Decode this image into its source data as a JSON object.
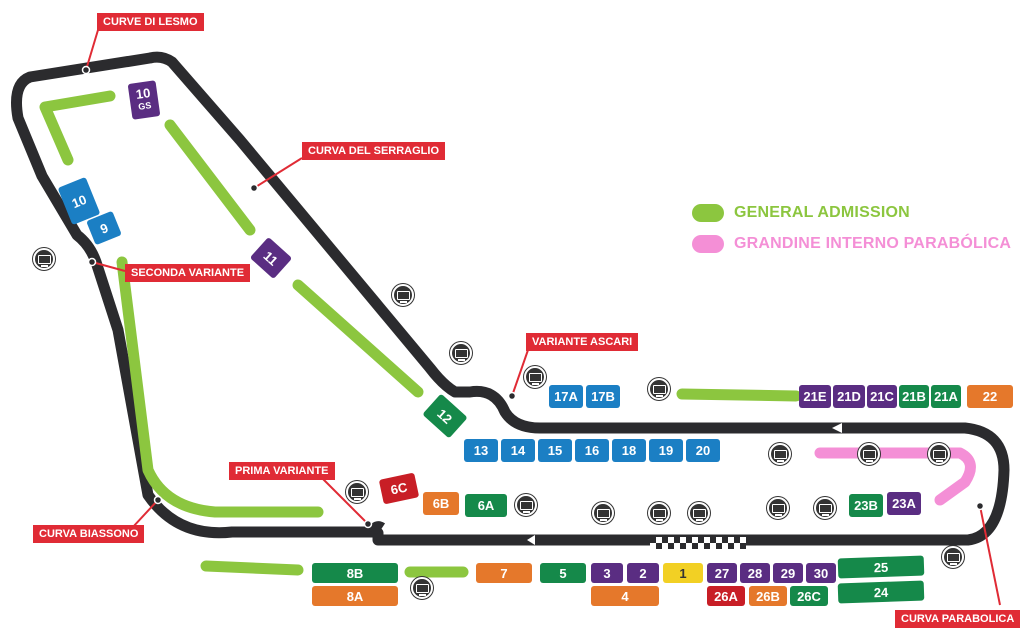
{
  "colors": {
    "track": "#2b2b2e",
    "general_admission": "#8cc63f",
    "grandine_interno": "#f48fd6",
    "corner_label": "#e02b35",
    "blue": "#1b7fc4",
    "purple": "#5a2d82",
    "green": "#15894a",
    "orange": "#e5782b",
    "yellow": "#f2d024",
    "red": "#c81e26"
  },
  "legend": {
    "general_admission": "GENERAL ADMISSION",
    "grandine_interno": "GRANDINE INTERNO PARABÓLICA"
  },
  "corners": {
    "lesmo": "CURVE DI LESMO",
    "serraglio": "CURVA DEL SERRAGLIO",
    "seconda_variante": "SECONDA VARIANTE",
    "variante_ascari": "VARIANTE ASCARI",
    "prima_variante": "PRIMA VARIANTE",
    "biassono": "CURVA BIASSONO",
    "parabolica": "CURVA PARABOLICA"
  },
  "stands": {
    "s10gs_num": "10",
    "s10gs_sub": "GS",
    "s10": "10",
    "s9": "9",
    "s11": "11",
    "s12": "12",
    "s13": "13",
    "s14": "14",
    "s15": "15",
    "s16": "16",
    "s18": "18",
    "s19": "19",
    "s20": "20",
    "s17a": "17A",
    "s17b": "17B",
    "s21e": "21E",
    "s21d": "21D",
    "s21c": "21C",
    "s21b": "21B",
    "s21a": "21A",
    "s22": "22",
    "s23b": "23B",
    "s23a": "23A",
    "s6c": "6C",
    "s6b": "6B",
    "s6a": "6A",
    "s8b": "8B",
    "s8a": "8A",
    "s7": "7",
    "s5": "5",
    "s3": "3",
    "s2": "2",
    "s1": "1",
    "s4": "4",
    "s27": "27",
    "s28": "28",
    "s29": "29",
    "s30": "30",
    "s26a": "26A",
    "s26b": "26B",
    "s26c": "26C",
    "s25": "25",
    "s24": "24"
  },
  "tv_icon_label": "TV"
}
